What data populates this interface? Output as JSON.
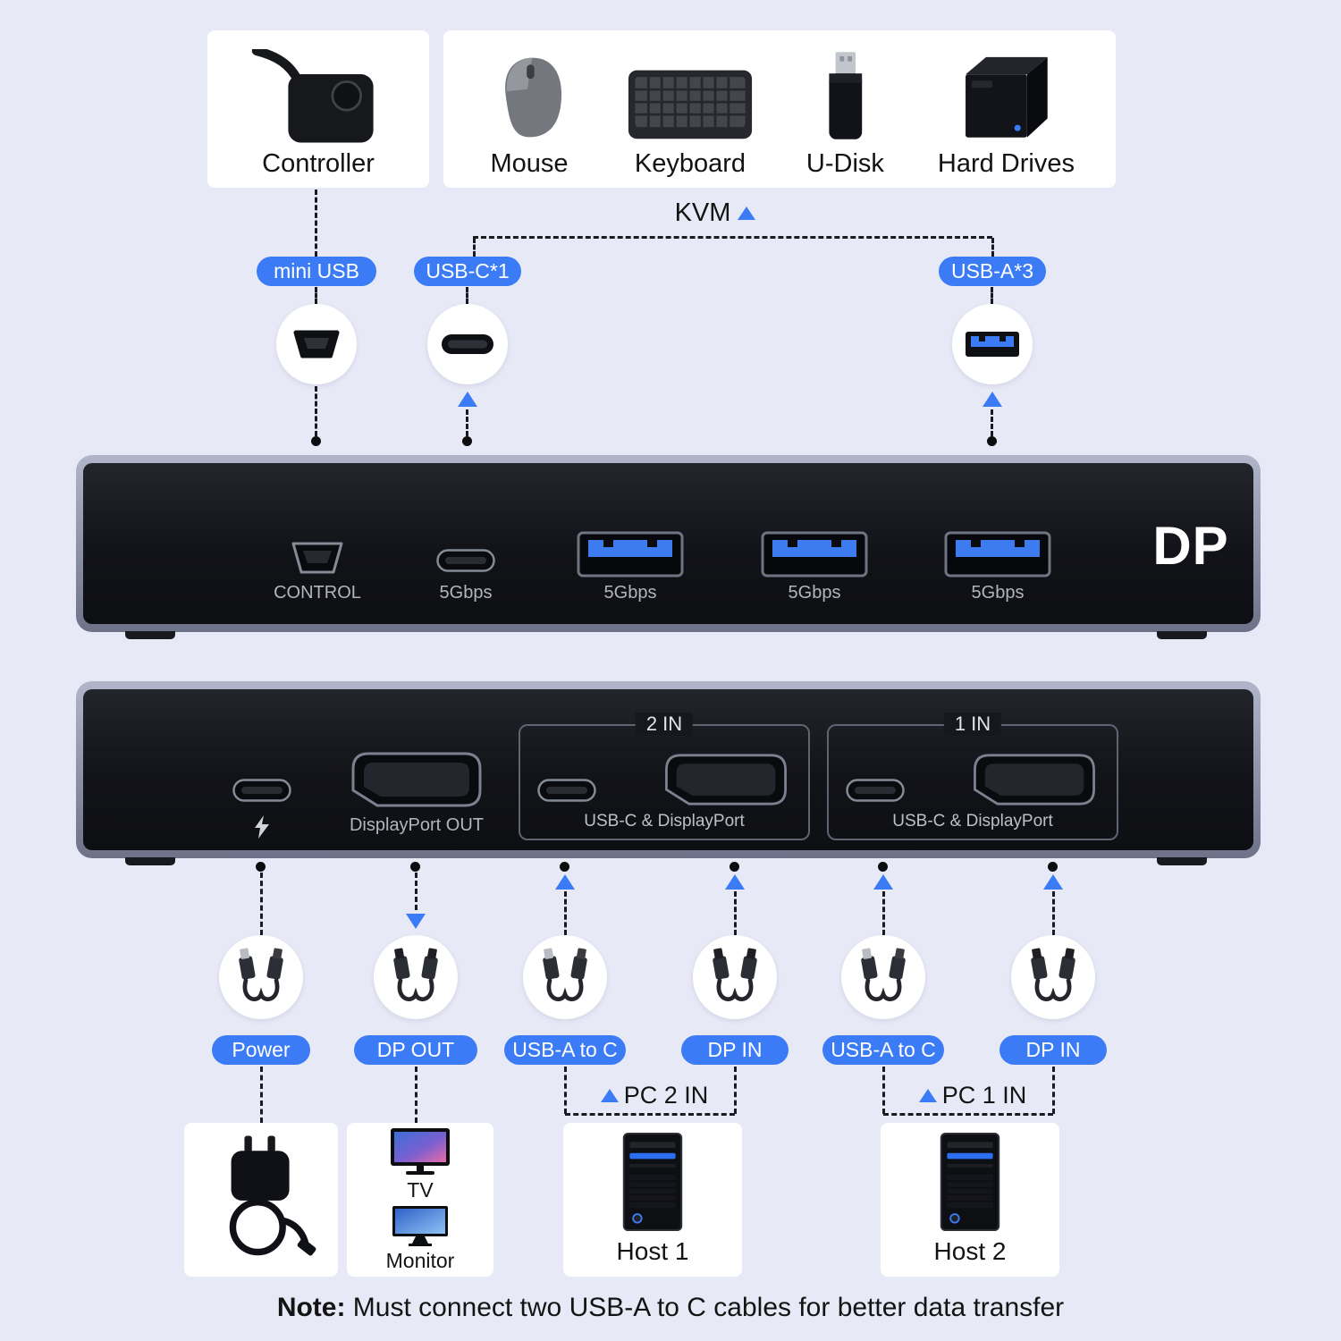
{
  "colors": {
    "accent": "#3b7bf5",
    "background": "#e8e9f6"
  },
  "top": {
    "controller_label": "Controller",
    "peripherals": [
      {
        "label": "Mouse"
      },
      {
        "label": "Keyboard"
      },
      {
        "label": "U-Disk"
      },
      {
        "label": "Hard Drives"
      }
    ],
    "kvm_label": "KVM"
  },
  "port_pills": [
    {
      "label": "mini USB"
    },
    {
      "label": "USB-C*1"
    },
    {
      "label": "USB-A*3"
    }
  ],
  "device_back": {
    "port_labels": [
      "CONTROL",
      "5Gbps",
      "5Gbps",
      "5Gbps",
      "5Gbps"
    ],
    "brand": "DP"
  },
  "device_front": {
    "dp_out_label": "DisplayPort OUT",
    "sections": [
      {
        "title": "2 IN",
        "caption": "USB-C & DisplayPort"
      },
      {
        "title": "1 IN",
        "caption": "USB-C & DisplayPort"
      }
    ]
  },
  "cable_pills": [
    "Power",
    "DP OUT",
    "USB-A to C",
    "DP IN",
    "USB-A to C",
    "DP IN"
  ],
  "pc_labels": [
    "PC 2 IN",
    "PC 1 IN"
  ],
  "bottom": {
    "tv_label": "TV",
    "monitor_label": "Monitor",
    "host1_label": "Host 1",
    "host2_label": "Host 2"
  },
  "note": {
    "prefix": "Note:",
    "text": " Must connect two USB-A to C cables for better data transfer"
  }
}
